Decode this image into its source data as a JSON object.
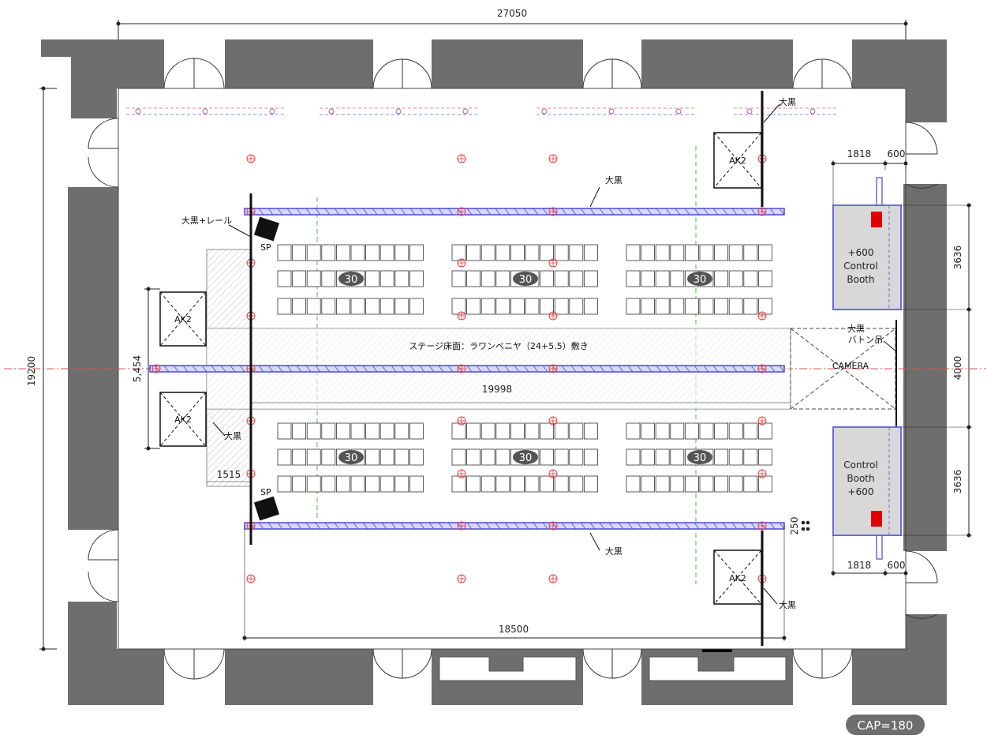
{
  "dimensions": {
    "overall_width": "27050",
    "overall_height": "19200",
    "stage_length": "19998",
    "stage_width": "5,454",
    "ramp_depth": "1515",
    "truss_span": "18500",
    "booth_top_height": "3636",
    "camera_gap": "4000",
    "booth_bottom_height": "3636",
    "booth_width_top": "1818",
    "booth_gap_top": "600",
    "booth_width_bottom": "1818",
    "booth_gap_bottom": "600",
    "truss_offset": "250"
  },
  "labels": {
    "stage_floor": "ステージ床面：ラワンベニヤ（24+5.5）敷き",
    "camera": "CAMERA",
    "curtain": "大黒",
    "curtain_rail": "大黒+レール",
    "curtain_batten_1": "大黒",
    "curtain_batten_2": "バトン吊",
    "speaker_top": "SP",
    "speaker_bottom": "SP",
    "ak_top_left": "AK2",
    "ak_bottom_left": "AK2",
    "ak_top_right": "AK2",
    "ak_bottom_right": "AK2"
  },
  "booths": {
    "top": {
      "line1": "+600",
      "line2": "Control",
      "line3": "Booth"
    },
    "bottom": {
      "line1": "Control",
      "line2": "Booth",
      "line3": "+600"
    }
  },
  "seating": {
    "block_count": "30"
  },
  "capacity": "CAP=180",
  "colors": {
    "wall": "#6e6e6e",
    "truss": "#4a4ad8",
    "light": "#e84040",
    "center_line": "#e05050",
    "green_line": "#40c040",
    "booth_fill": "#d8d8d8",
    "booth_border": "#6a6ae0",
    "red_marker": "#e00000"
  }
}
